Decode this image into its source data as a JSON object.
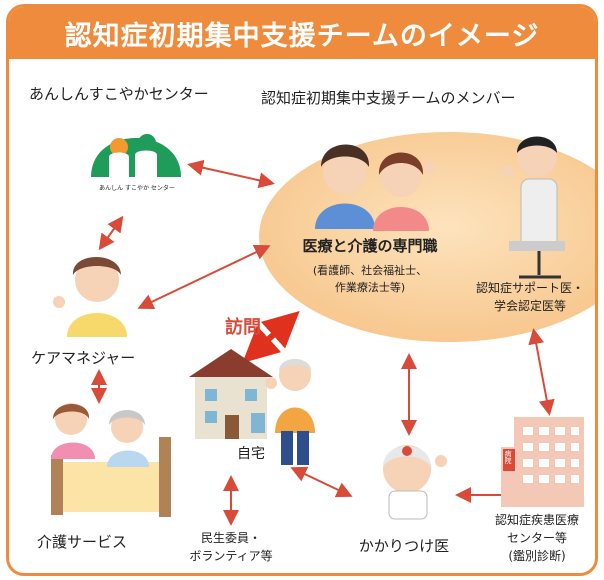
{
  "title": "認知症初期集中支援チームのイメージ",
  "team_label": "認知症初期集中支援チームのメンバー",
  "center_name": "あんしんすこやかセンター",
  "center_logo_text": "あんしん すこやか センター",
  "team_core": {
    "title": "医療と介護の専門職",
    "detail_line1": "(看護師、社会福祉士、",
    "detail_line2": "作業療法士等)"
  },
  "support_doctor": {
    "line1": "認知症サポート医・",
    "line2": "学会認定医等"
  },
  "visit_label": "訪問",
  "care_manager": "ケアマネジャー",
  "home": "自宅",
  "care_service": "介護サービス",
  "welfare": {
    "line1": "民生委員・",
    "line2": "ボランティア等"
  },
  "family_doctor": "かかりつけ医",
  "dementia_center": {
    "line1": "認知症疾患医療",
    "line2": "センター等",
    "line3": "(鑑別診断)"
  },
  "hospital_sign": "病院",
  "colors": {
    "accent": "#ef8b3c",
    "ellipse": "#fbd6a4",
    "arrow": "#d94a38",
    "visit": "#e0301e"
  }
}
